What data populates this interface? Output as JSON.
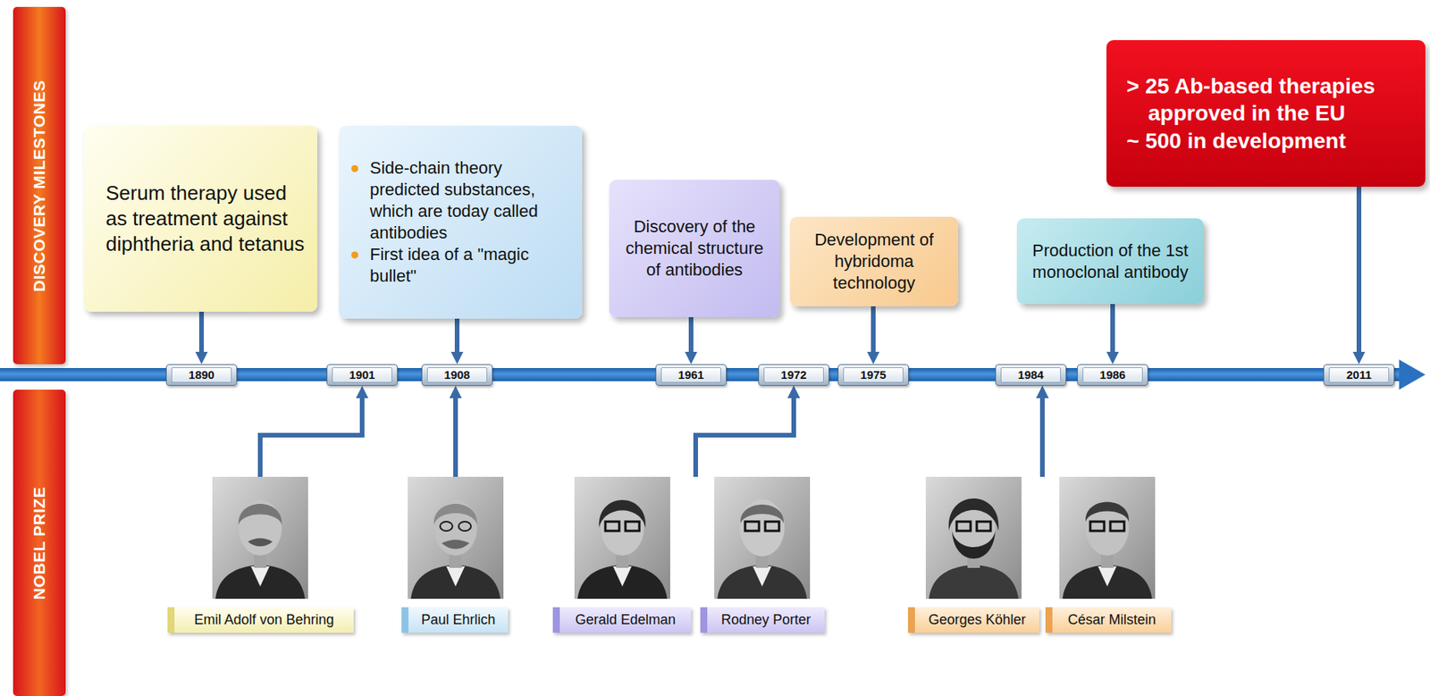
{
  "diagram": {
    "nodes": [
      {
        "text": [
          "DISCOVERY MILESTONES"
        ]
      },
      {
        "text": [
          "Serum therapy used as treatment against diphtheria and tetanus"
        ]
      },
      {
        "text": [
          "Side-chain theory predicted substances, which are today called antibodies",
          "First idea of a \"magic bullet\""
        ]
      },
      {
        "text": [
          "Discovery of the chemical structure of antibodies"
        ]
      },
      {
        "text": [
          "Development of hybridoma technology"
        ]
      },
      {
        "text": [
          "Production of the 1st monoclonal antibody"
        ]
      },
      {
        "text": [
          "> 25 Ab-based therapies approved in the EU",
          "~ 500 in development"
        ]
      },
      {
        "text": [
          "1890"
        ]
      },
      {
        "text": [
          "1901"
        ]
      },
      {
        "text": [
          "1908"
        ]
      },
      {
        "text": [
          "1961"
        ]
      },
      {
        "text": [
          "1972"
        ]
      },
      {
        "text": [
          "1975"
        ]
      },
      {
        "text": [
          "1984"
        ]
      },
      {
        "text": [
          "1986"
        ]
      },
      {
        "text": [
          "2011"
        ]
      },
      {
        "text": [
          "NOBEL PRIZE"
        ]
      },
      {
        "text": [
          "Emil Adolf von Behring"
        ]
      },
      {
        "text": [
          "Paul Ehrlich"
        ]
      },
      {
        "text": [
          "Gerald Edelman"
        ]
      },
      {
        "text": [
          "Rodney Porter"
        ]
      },
      {
        "text": [
          "Georges Köhler"
        ]
      },
      {
        "text": [
          "César Milstein"
        ]
      }
    ],
    "edges": [
      {
        "from": 1,
        "to": 7,
        "arrow": "to"
      },
      {
        "from": 2,
        "to": 9,
        "arrow": "to"
      },
      {
        "from": 3,
        "to": 10,
        "arrow": "to"
      },
      {
        "from": 4,
        "to": 12,
        "arrow": "to"
      },
      {
        "from": 5,
        "to": 14,
        "arrow": "to"
      },
      {
        "from": 6,
        "to": 15,
        "arrow": "to"
      },
      {
        "from": 17,
        "to": 8,
        "arrow": "to"
      },
      {
        "from": 18,
        "to": 9,
        "arrow": "to"
      },
      {
        "from": 19,
        "to": 11,
        "arrow": "to"
      },
      {
        "from": 20,
        "to": 11,
        "arrow": "to"
      },
      {
        "from": 21,
        "to": 13,
        "arrow": "to"
      },
      {
        "from": 22,
        "to": 13,
        "arrow": "to"
      }
    ]
  }
}
